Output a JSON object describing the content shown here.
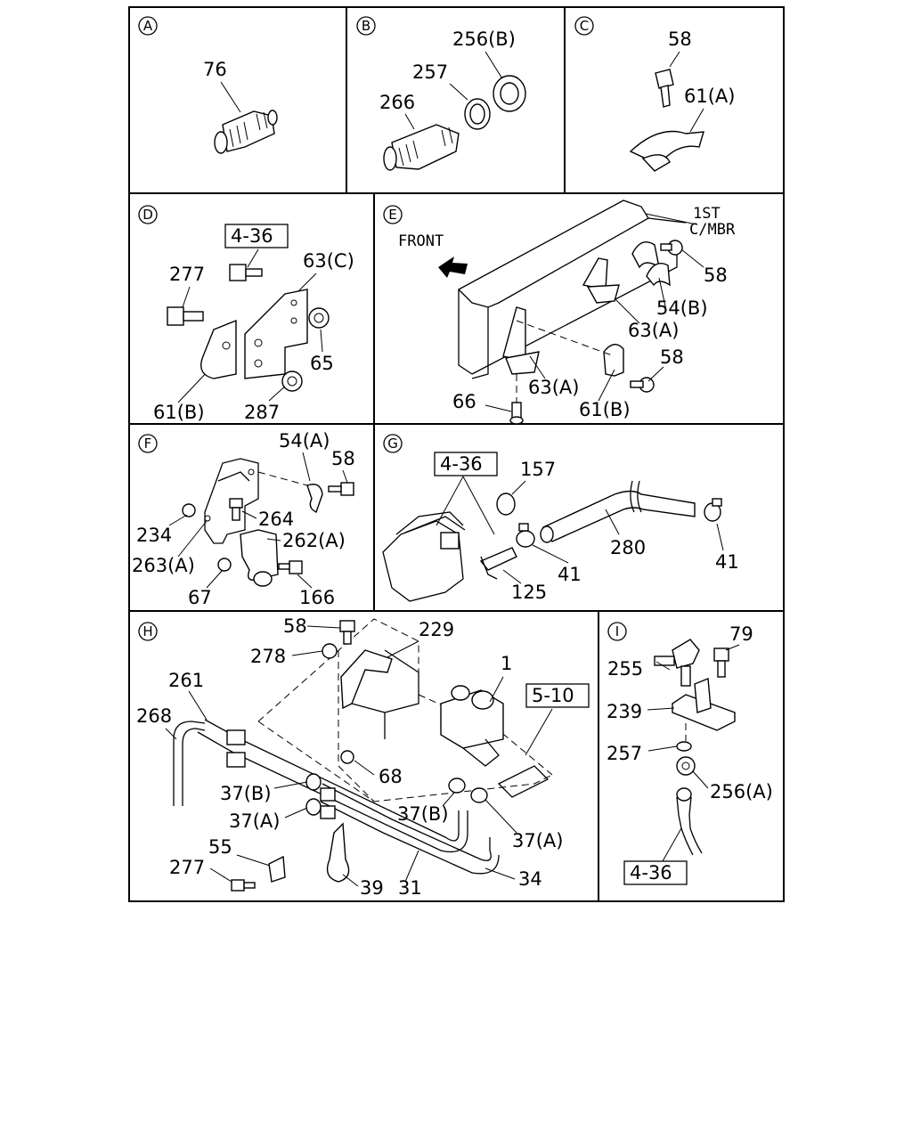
{
  "panels": [
    {
      "id": "A",
      "labels": [
        "76"
      ]
    },
    {
      "id": "B",
      "labels": [
        "256(B)",
        "257",
        "266"
      ]
    },
    {
      "id": "C",
      "labels": [
        "58",
        "61(A)"
      ]
    },
    {
      "id": "D",
      "ref": "4-36",
      "labels": [
        "277",
        "63(C)",
        "65",
        "61(B)",
        "287"
      ]
    },
    {
      "id": "E",
      "labels": [
        "1ST C/MBR",
        "FRONT",
        "58",
        "54(B)",
        "63(A)",
        "58",
        "63(A)",
        "61(B)",
        "66"
      ]
    },
    {
      "id": "F",
      "labels": [
        "54(A)",
        "58",
        "264",
        "234",
        "262(A)",
        "263(A)",
        "67",
        "166"
      ]
    },
    {
      "id": "G",
      "ref": "4-36",
      "labels": [
        "157",
        "280",
        "41",
        "125",
        "41"
      ]
    },
    {
      "id": "H",
      "ref": "5-10",
      "labels": [
        "58",
        "229",
        "278",
        "261",
        "1",
        "268",
        "68",
        "37(B)",
        "37(A)",
        "37(B)",
        "37(A)",
        "55",
        "277",
        "39",
        "31",
        "34"
      ]
    },
    {
      "id": "I",
      "ref": "4-36",
      "labels": [
        "79",
        "255",
        "239",
        "257",
        "256(A)"
      ]
    }
  ],
  "text": {
    "a76": "76",
    "b256": "256(B)",
    "b257": "257",
    "b266": "266",
    "c58": "58",
    "c61": "61(A)",
    "d_ref": "4-36",
    "d277": "277",
    "d63c": "63(C)",
    "d65": "65",
    "d61b": "61(B)",
    "d287": "287",
    "e_mbr1": "1ST",
    "e_mbr2": "C/MBR",
    "e_front": "FRONT",
    "e58a": "58",
    "e54b": "54(B)",
    "e63a1": "63(A)",
    "e58b": "58",
    "e63a2": "63(A)",
    "e61b": "61(B)",
    "e66": "66",
    "f54a": "54(A)",
    "f58": "58",
    "f264": "264",
    "f234": "234",
    "f262a": "262(A)",
    "f263a": "263(A)",
    "f67": "67",
    "f166": "166",
    "g_ref": "4-36",
    "g157": "157",
    "g280": "280",
    "g41a": "41",
    "g125": "125",
    "g41b": "41",
    "h58": "58",
    "h229": "229",
    "h278": "278",
    "h261": "261",
    "h1": "1",
    "h_ref": "5-10",
    "h268": "268",
    "h68": "68",
    "h37b1": "37(B)",
    "h37a1": "37(A)",
    "h37b2": "37(B)",
    "h37a2": "37(A)",
    "h55": "55",
    "h277": "277",
    "h39": "39",
    "h31": "31",
    "h34": "34",
    "i79": "79",
    "i255": "255",
    "i239": "239",
    "i257": "257",
    "i256a": "256(A)",
    "i_ref": "4-36"
  }
}
